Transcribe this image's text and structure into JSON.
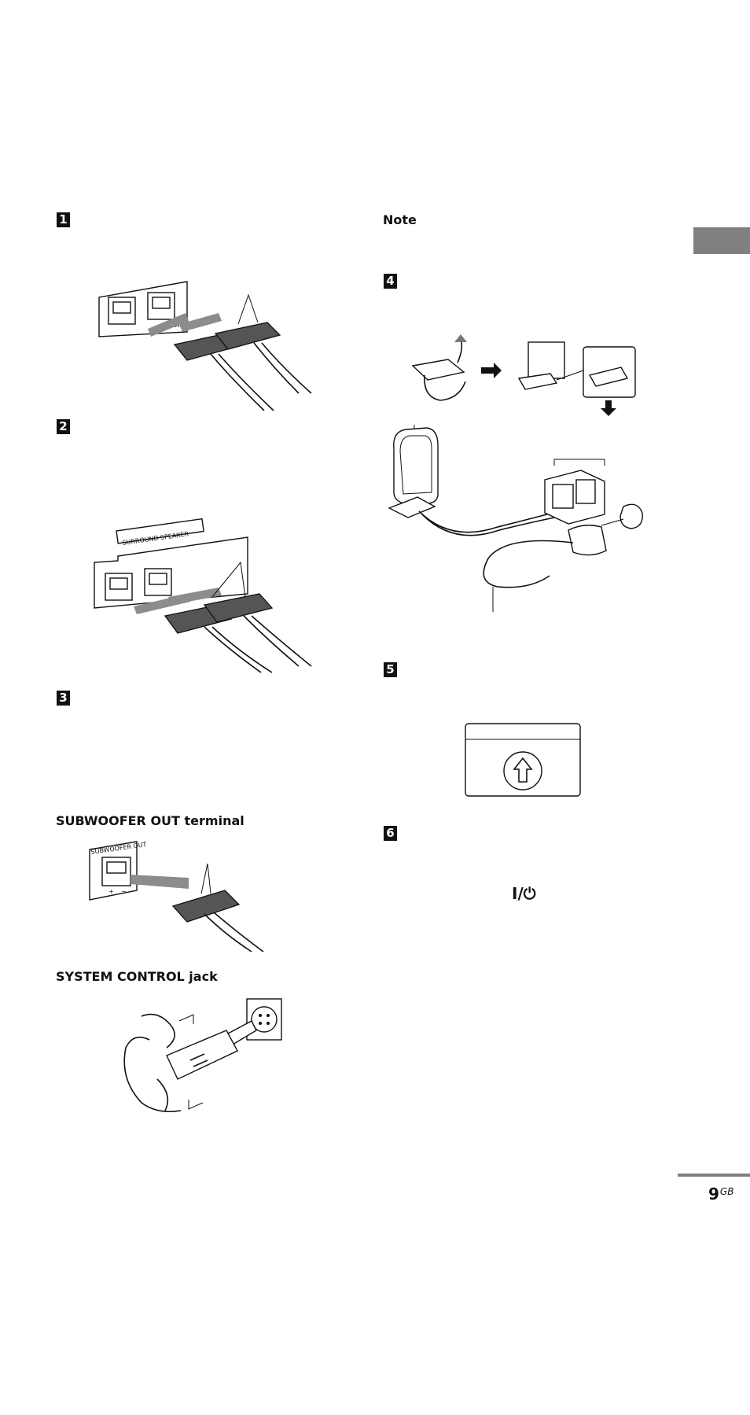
{
  "steps": [
    "1",
    "2",
    "3",
    "4",
    "5",
    "6"
  ],
  "headings": {
    "note": "Note",
    "subwoofer_out": "SUBWOOFER OUT terminal",
    "system_control": "SYSTEM CONTROL jack"
  },
  "figure_labels": {
    "surround_speaker": "SURROUND SPEAKER",
    "front_speaker_partial": "SPEAK",
    "subwoofer_out": "SUBWOOFER OUT",
    "minus": "−",
    "plus": "+"
  },
  "power_symbol": "I/⏻",
  "page_number": "9",
  "page_suffix": "GB"
}
